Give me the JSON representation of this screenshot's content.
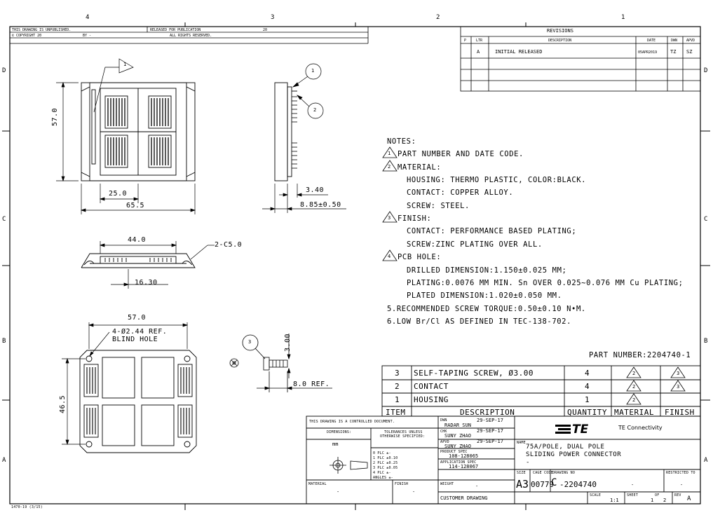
{
  "zones": {
    "cols": [
      "4",
      "3",
      "2",
      "1"
    ],
    "rows": [
      "D",
      "C",
      "B",
      "A"
    ]
  },
  "header": {
    "unpublished": "THIS DRAWING IS UNPUBLISHED.",
    "released": "RELEASED FOR PUBLICATION",
    "released_year": "20",
    "copyright": "COPYRIGHT 20",
    "by": "BY -",
    "rights": "ALL RIGHTS RESERVED."
  },
  "revisions": {
    "title": "REVISIONS",
    "columns": [
      "P",
      "LTR",
      "DESCRIPTION",
      "DATE",
      "DWN",
      "APVD"
    ],
    "rows": [
      {
        "ltr": "A",
        "desc": "INITIAL RELEASED",
        "date": "05APR2019",
        "dwn": "TZ",
        "apvd": "SZ"
      }
    ]
  },
  "notes": {
    "title": "NOTES:",
    "lines": [
      "PART NUMBER AND DATE CODE.",
      "MATERIAL:",
      "HOUSING: THERMO PLASTIC, COLOR:BLACK.",
      "CONTACT: COPPER ALLOY.",
      "SCREW: STEEL.",
      "FINISH:",
      "CONTACT: PERFORMANCE BASED PLATING;",
      "SCREW:ZINC PLATING OVER ALL.",
      "PCB HOLE:",
      "DRILLED DIMENSION:1.150±0.025 MM;",
      "PLATING:0.0076 MM MIN. Sn OVER 0.025~0.076 MM Cu PLATING;",
      "PLATED DIMENSION:1.020±0.050 MM.",
      "5.RECOMMENDED SCREW TORQUE:0.50±0.10 N•M.",
      "6.LOW Br/Cl AS DEFINED IN TEC-138-702."
    ],
    "flags": [
      "1",
      "2",
      "3",
      "4"
    ]
  },
  "part_number": "PART NUMBER:2204740-1",
  "bom": {
    "headers": [
      "ITEM",
      "DESCRIPTION",
      "QUANTITY",
      "MATERIAL",
      "FINISH"
    ],
    "rows": [
      {
        "item": "3",
        "desc": "SELF-TAPING SCREW, Ø3.00",
        "qty": "4",
        "mat": "2",
        "fin": "3"
      },
      {
        "item": "2",
        "desc": "CONTACT",
        "qty": "4",
        "mat": "2",
        "fin": "3"
      },
      {
        "item": "1",
        "desc": "HOUSING",
        "qty": "1",
        "mat": "2",
        "fin": ""
      }
    ]
  },
  "dimensions": {
    "top_height": "57.0",
    "top_inner": "25.0",
    "top_width": "65.5",
    "side_small": "3.40",
    "side_total": "8.85±0.50",
    "front_width": "44.0",
    "chamfer": "2-C5.0",
    "front_offset": "16.30",
    "bottom_width": "57.0",
    "hole_note_1": "4-Ø2.44 REF.",
    "hole_note_2": "BLIND HOLE",
    "bottom_height": "46.5",
    "screw_dia": "3.00",
    "screw_len": "8.0 REF."
  },
  "balloons": [
    "1",
    "1",
    "2",
    "3"
  ],
  "title_block": {
    "controlled": "THIS DRAWING IS A CONTROLLED DOCUMENT.",
    "dwn_label": "DWN",
    "dwn_name": "RADAR SUN",
    "dwn_date": "29-SEP-17",
    "chk_label": "CHK",
    "chk_name": "SUNY ZHAO",
    "chk_date": "29-SEP-17",
    "apvd_label": "APVD",
    "apvd_name": "SUNY ZHAO",
    "apvd_date": "29-SEP-17",
    "product_spec_label": "PRODUCT SPEC",
    "product_spec": "108-128065",
    "app_spec_label": "APPLICATION SPEC",
    "app_spec": "114-128067",
    "weight_label": "WEIGHT",
    "weight": "-",
    "dimensions_label": "DIMENSIONS:",
    "dimensions_unit": "mm",
    "tol_label_1": "TOLERANCES UNLESS",
    "tol_label_2": "OTHERWISE SPECIFIED:",
    "tol_rows": [
      "0 PLC   ±-",
      "1 PLC   ±0.10",
      "2 PLC   ±0.25",
      "3 PLC   ±0.05",
      "4 PLC   ±-",
      "ANGLES       ±-"
    ],
    "material_label": "MATERIAL",
    "material": "-",
    "finish_label": "FINISH",
    "finish": "-",
    "customer_drawing": "CUSTOMER DRAWING",
    "brand_logo": "TE",
    "brand_name": "TE Connectivity",
    "name_label": "NAME",
    "name_line1": "75A/POLE, DUAL POLE",
    "name_line2": "SLIDING POWER CONNECTOR",
    "name_line3": "-",
    "size_label": "SIZE",
    "size": "A3",
    "cage_label": "CAGE CODE",
    "cage": "00779",
    "dwg_label": "DRAWING NO",
    "dwg_no": "2204740",
    "restricted_label": "RESTRICTED TO",
    "restricted": "-",
    "scale_label": "SCALE",
    "scale": "1:1",
    "sheet_label": "SHEET",
    "sheet": "1",
    "of_label": "OF",
    "sheet_of": "2",
    "rev_label": "REV",
    "rev": "A",
    "dash_mid": "-"
  },
  "form_no": "1470-19 (3/15)"
}
